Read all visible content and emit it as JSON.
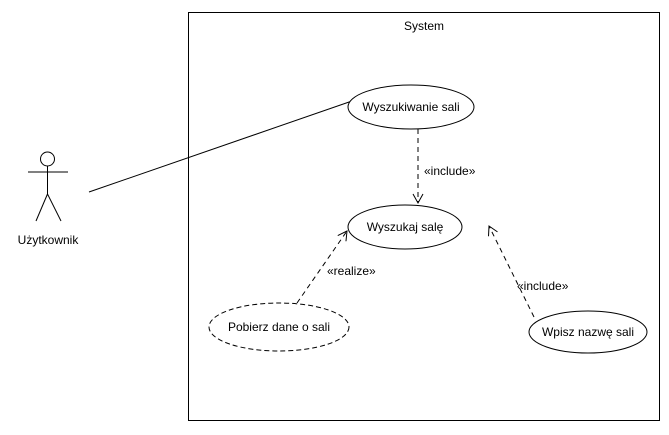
{
  "system": {
    "title": "System"
  },
  "actor": {
    "name": "Użytkownik",
    "icon": "stick-figure-actor-icon"
  },
  "use_cases": {
    "search_room": "Wyszukiwanie sali",
    "find_room": "Wyszukaj salę",
    "fetch_room_data": "Pobierz dane o sali",
    "enter_room_name": "Wpisz nazwę sali"
  },
  "relations": {
    "include_1": "«include»",
    "realize": "«realize»",
    "include_2": "«include»"
  },
  "colors": {
    "stroke": "#000000",
    "background": "#ffffff"
  }
}
